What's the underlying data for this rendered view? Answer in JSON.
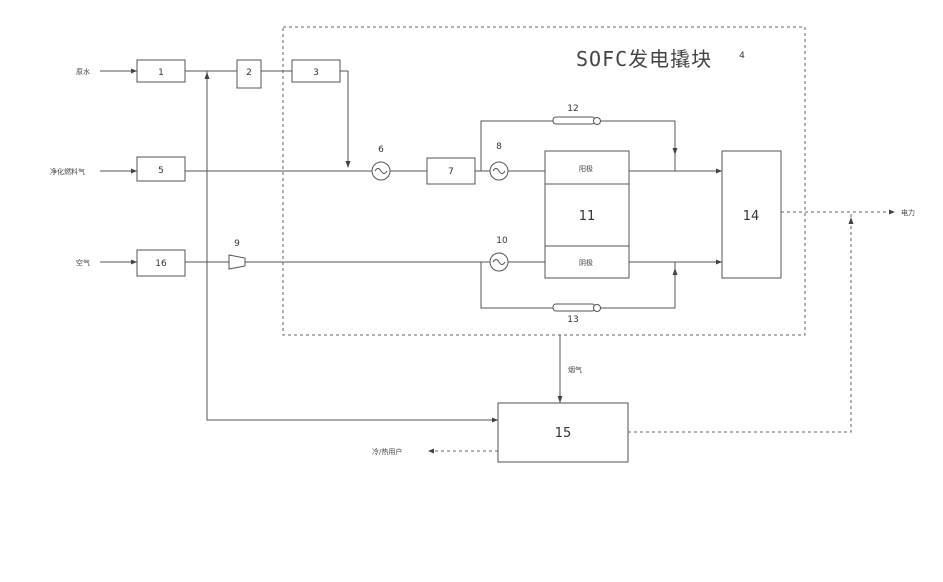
{
  "title": {
    "text": "SOFC发电撬块",
    "ref": "4"
  },
  "inputs": {
    "natural_gas": "原水",
    "fuel_gas": "净化燃料气",
    "air": "空气"
  },
  "outputs": {
    "power": "电力",
    "exhaust": "烟气",
    "heat_user": "冷/热用户"
  },
  "component_numbers": {
    "c1": "1",
    "c2": "2",
    "c3": "3",
    "c5": "5",
    "c6": "6",
    "c7": "7",
    "c8": "8",
    "c9": "9",
    "c10": "10",
    "c11": "11",
    "c12": "12",
    "c13": "13",
    "c14": "14",
    "c15": "15",
    "c16": "16"
  },
  "stack": {
    "anode": "阳极",
    "cathode": "阴极"
  }
}
